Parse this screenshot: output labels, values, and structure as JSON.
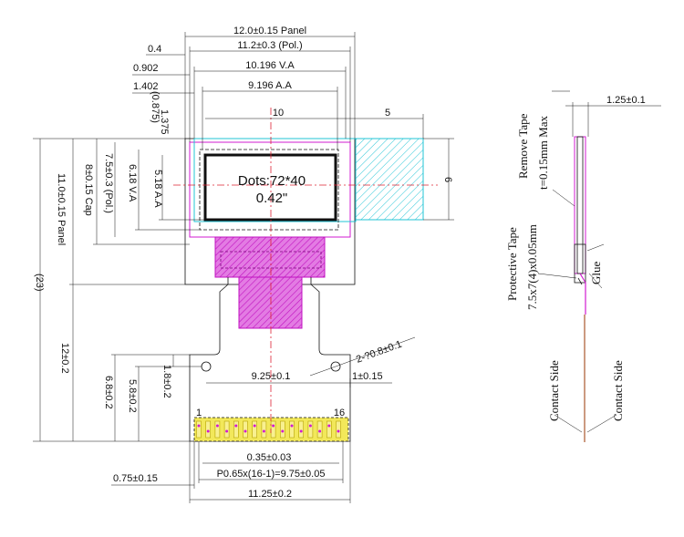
{
  "front": {
    "dims_top": {
      "panel_w": "12.0±0.15 Panel",
      "pol_w": "11.2±0.3 (Pol.)",
      "va_w": "10.196 V.A",
      "aa_w": "9.196 A.A",
      "off_04": "0.4",
      "off_0902": "0.902",
      "off_1402": "1.402",
      "off_0875": "(0.875)",
      "off_1375": "1.375",
      "ten": "10",
      "five": "5",
      "six": "6"
    },
    "dims_left": {
      "total": "(23)",
      "panel_h": "11.0±0.15 Panel",
      "cap_h": "8±0.15 Cap",
      "pol_h": "7.5±0.3 (Pol.)",
      "va_h": "6.18 V.A",
      "aa_h": "5.18 A.A",
      "fpc_h": "12±0.2",
      "d68": "6.8±0.2",
      "d58": "5.8±0.2",
      "d18": "1.8±0.2"
    },
    "display_text": {
      "dots": "Dots:72*40",
      "size": "0.42\""
    },
    "fpc": {
      "hole_note": "2-?0.8±0.1",
      "hole_pitch": "9.25±0.1",
      "hole_edge": "1±0.15",
      "pin_first": "1",
      "pin_last": "16",
      "pin_w": "0.35±0.03",
      "pitch": "P0.65x(16-1)=9.75±0.05",
      "edge": "0.75±0.15",
      "fpc_w": "11.25±0.2"
    }
  },
  "side_view": {
    "thickness": "1.25±0.1",
    "remove_tape_1": "Remove Tape",
    "remove_tape_2": "t=0.15mm Max",
    "protect_tape_1": "Protective Tape",
    "protect_tape_2": "7.5x7(4)x0.05mm",
    "glue": "Glue",
    "contact_left": "Contact Side",
    "contact_right": "Contact Side"
  },
  "colors": {
    "line": "#111111",
    "center_line": "#dd2233",
    "cyan": "#22c4d6",
    "magenta": "#d11bd1",
    "pads": "#f2e85a"
  }
}
